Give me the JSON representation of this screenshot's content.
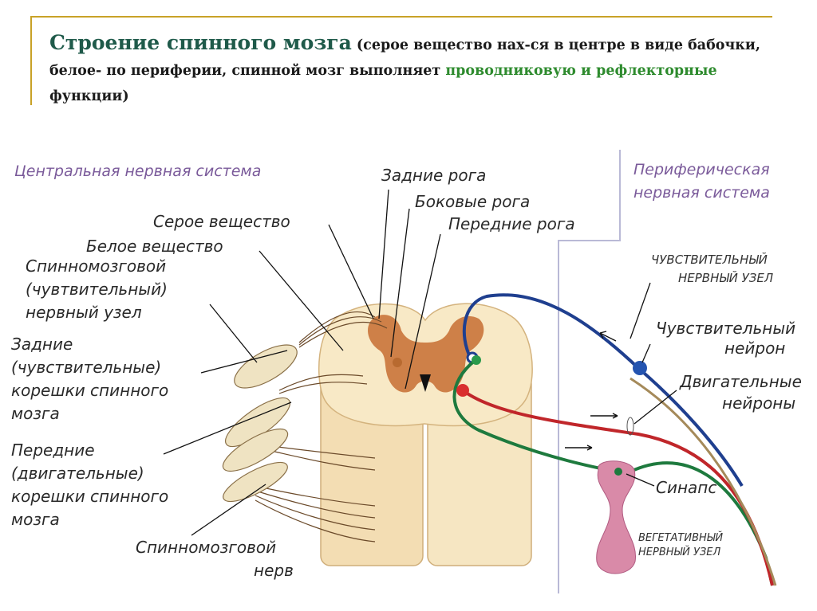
{
  "header": {
    "title_main": "Строение спинного мозга",
    "title_desc_1": " (серое вещество нах-ся в центре в виде бабочки, белое- по периферии, спинной мозг выполняет ",
    "title_green_1": "проводниковую и рефлекторные",
    "title_desc_2": " функции)"
  },
  "regions": {
    "cns": "Центральная нервная система",
    "pns_line1": "Периферическая",
    "pns_line2": "нервная система"
  },
  "labels": {
    "dorsal_horns": "Задние рога",
    "lateral_horns": "Боковые рога",
    "ventral_horns": "Передние рога",
    "gray_matter": "Серое вещество",
    "white_matter": "Белое вещество",
    "ganglion_l1": "Спинномозговой",
    "ganglion_l2": "(чувтвительный)",
    "ganglion_l3": "нервный узел",
    "dorsal_roots_l1": "Задние",
    "dorsal_roots_l2": "(чувствительные)",
    "dorsal_roots_l3": "корешки спинного",
    "dorsal_roots_l4": "мозга",
    "ventral_roots_l1": "Передние",
    "ventral_roots_l2": "(двигательные)",
    "ventral_roots_l3": "корешки спинного",
    "ventral_roots_l4": "мозга",
    "spinal_nerve_l1": "Спинномозговой",
    "spinal_nerve_l2": "нерв",
    "sensory_ganglion_l1": "ЧУВСТВИТЕЛЬНЫЙ",
    "sensory_ganglion_l2": "НЕРВНЫЙ УЗЕЛ",
    "sensory_neuron_l1": "Чувствительный",
    "sensory_neuron_l2": "нейрон",
    "motor_neurons_l1": "Двигательные",
    "motor_neurons_l2": "нейроны",
    "synapse": "Синапс",
    "autonomic_l1": "ВЕГЕТАТИВНЫЙ",
    "autonomic_l2": "НЕРВНЫЙ УЗЕЛ"
  },
  "colors": {
    "accent_gold": "#c9a227",
    "title_green": "#1f5a4a",
    "keyword_green": "#2e8b2e",
    "white_matter": "#f6e6c2",
    "gray_matter": "#c9743a",
    "sensory_fiber": "#1f3f8f",
    "motor_fiber": "#c0262a",
    "autonomic_fiber": "#1e7a3e",
    "autonomic_ganglion": "#d98aa8"
  }
}
